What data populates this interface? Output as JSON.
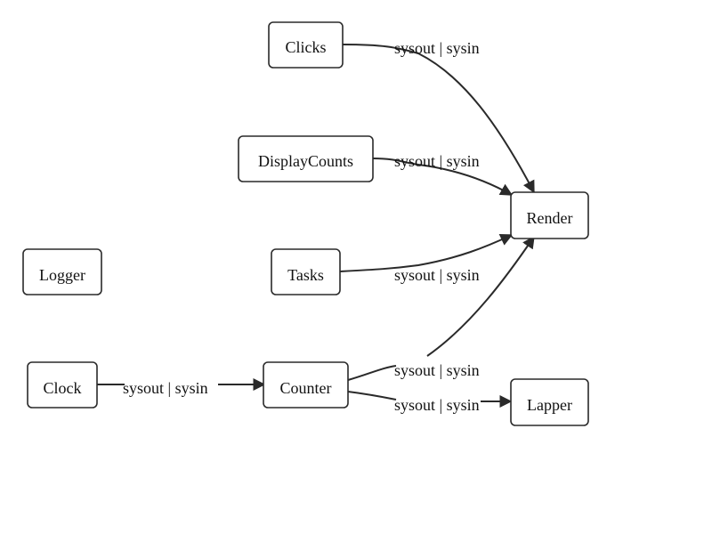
{
  "nodes": {
    "clicks": "Clicks",
    "display_counts": "DisplayCounts",
    "render": "Render",
    "logger": "Logger",
    "tasks": "Tasks",
    "clock": "Clock",
    "counter": "Counter",
    "lapper": "Lapper"
  },
  "edges": {
    "clicks_to_render": "sysout | sysin",
    "display_counts_to_render": "sysout | sysin",
    "tasks_to_render": "sysout | sysin",
    "clock_to_counter": "sysout | sysin",
    "counter_to_render": "sysout | sysin",
    "counter_to_lapper": "sysout | sysin"
  },
  "colors": {
    "stroke": "#2a2a2a",
    "node_fill": "#ffffff",
    "text": "#111111"
  }
}
